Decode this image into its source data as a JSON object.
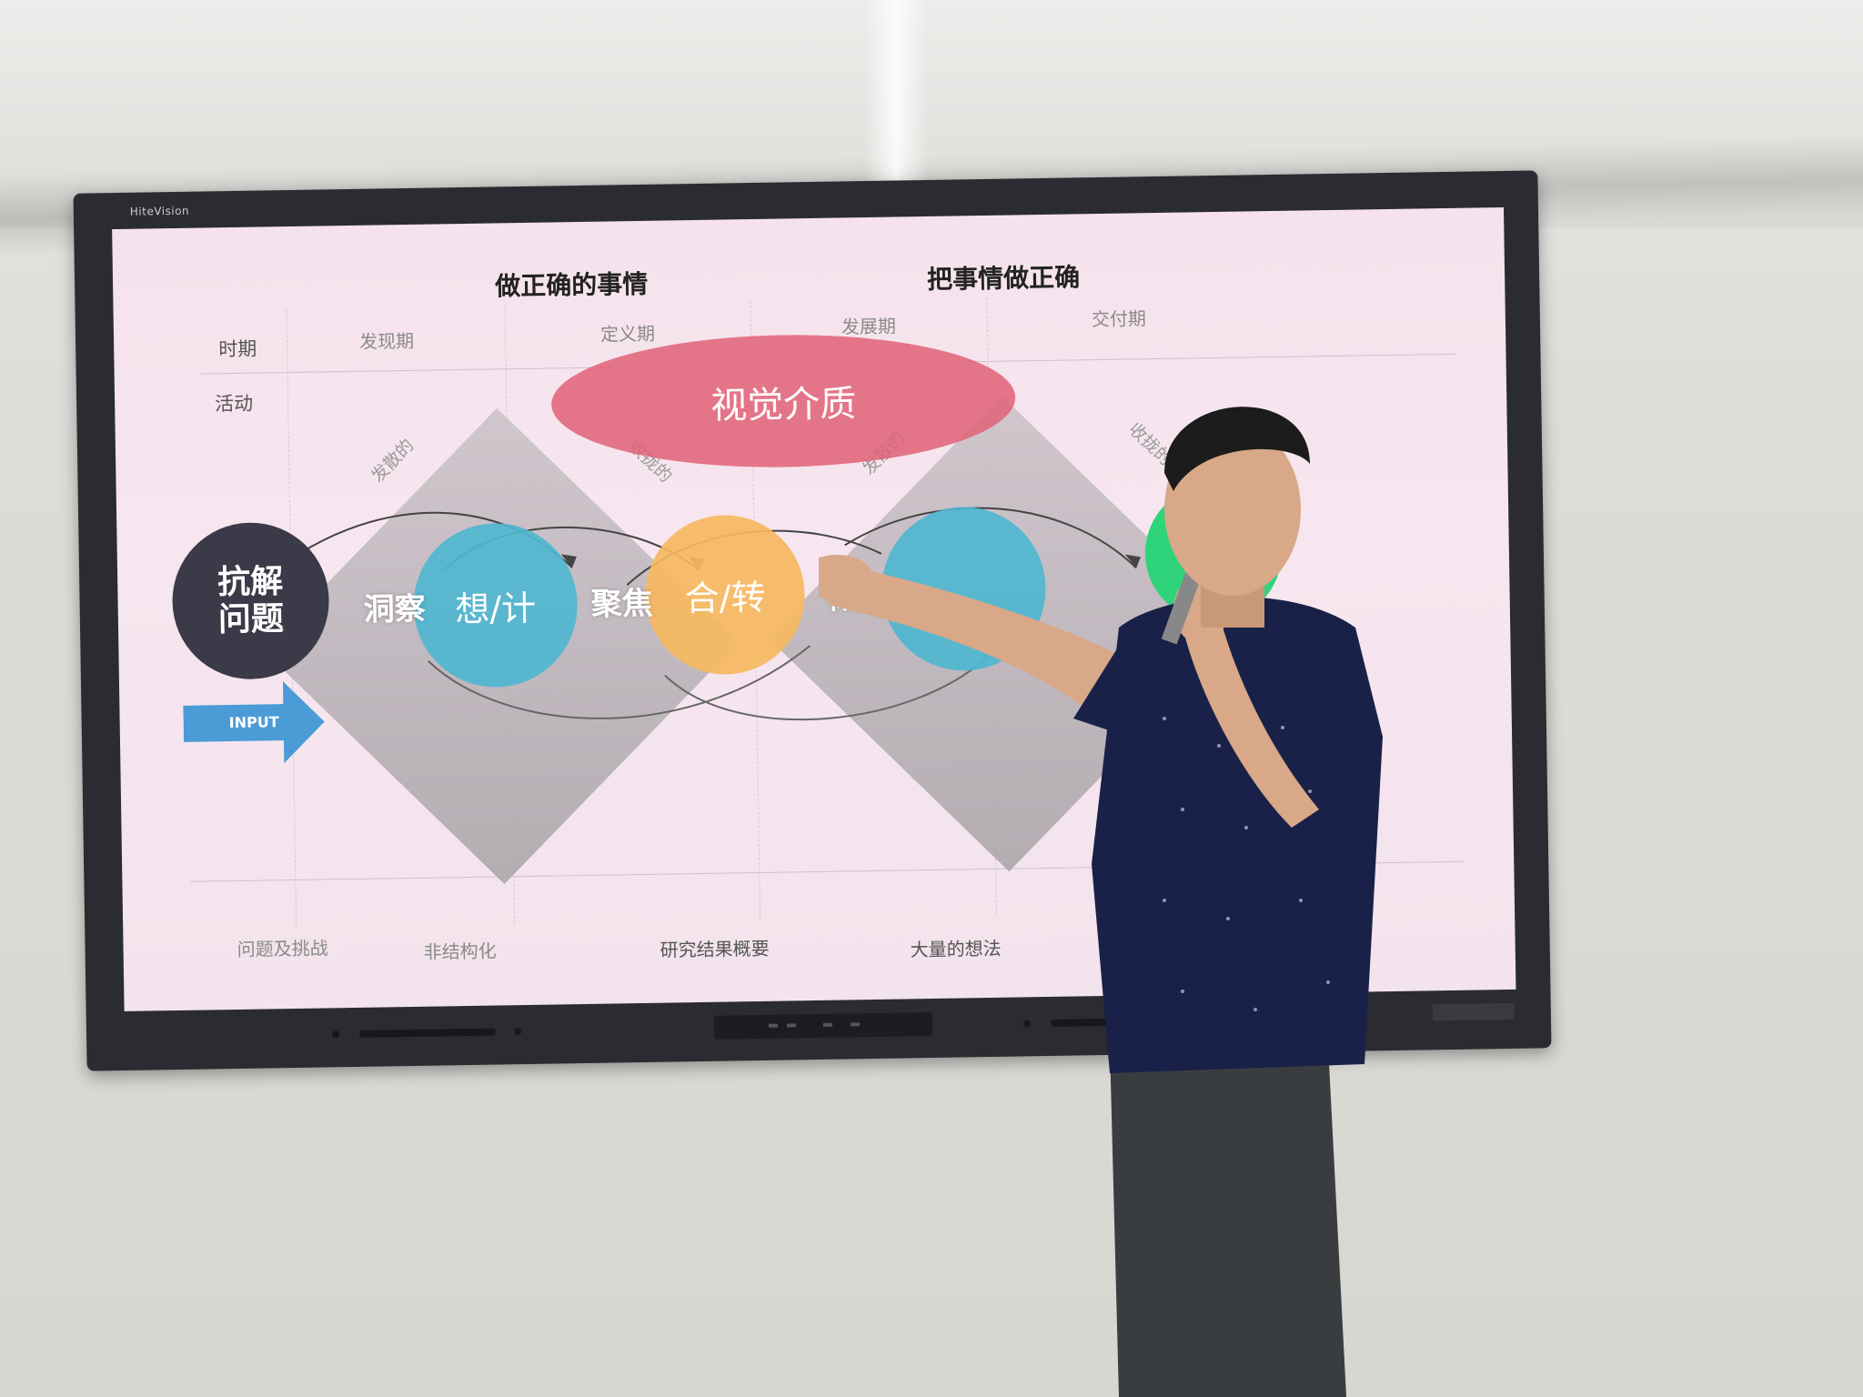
{
  "screen": {
    "brand": "HiteVision"
  },
  "slide": {
    "headings": {
      "left": "做正确的事情",
      "right": "把事情做正确"
    },
    "row_labels": {
      "period": "时期",
      "activity": "活动"
    },
    "periods": [
      "发现期",
      "定义期",
      "发展期",
      "交付期"
    ],
    "oval_title": "视觉介质",
    "diagonal_labels": {
      "diverge_1": "发散的",
      "converge_1": "收拢的",
      "diverge_2": "发散的",
      "converge_2": "收拢的"
    },
    "start_circle": "抗解\n问题",
    "nodes": {
      "think": "想/计",
      "merge": "合/转"
    },
    "words": {
      "insight": "洞察",
      "focus": "聚焦",
      "concept": "概念"
    },
    "input_label": "INPUT",
    "bottom_labels": [
      "问题及挑战",
      "非结构化",
      "研究结果概要",
      "大量的想法"
    ],
    "colors": {
      "start_circle": "#3b3a48",
      "node_blue": "#4fb6d0",
      "node_orange": "#f6b860",
      "oval_red": "#e06277",
      "input_arrow": "#4a9bd6",
      "green_partial": "#2fd37a"
    }
  }
}
